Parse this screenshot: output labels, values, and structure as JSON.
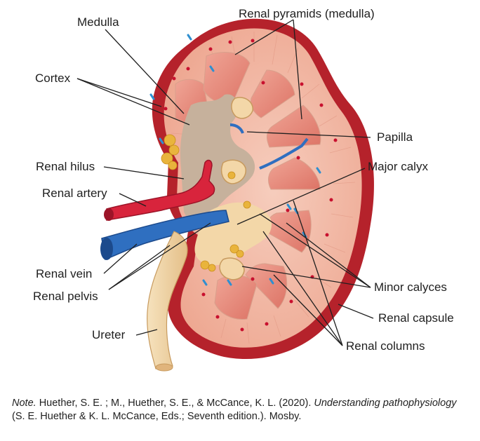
{
  "labels": {
    "medulla": "Medulla",
    "renal_pyramids": "Renal pyramids (medulla)",
    "cortex": "Cortex",
    "papilla": "Papilla",
    "renal_hilus": "Renal hilus",
    "major_calyx": "Major calyx",
    "renal_artery": "Renal artery",
    "renal_vein": "Renal vein",
    "renal_pelvis": "Renal pelvis",
    "minor_calyces": "Minor calyces",
    "renal_capsule": "Renal capsule",
    "ureter": "Ureter",
    "renal_columns": "Renal columns"
  },
  "citation": {
    "note_label": "Note.",
    "authors": "Huether, S. E. ; M., Huether, S. E., & McCance, K. L. (2020).",
    "title": "Understanding pathophysiology",
    "rest": "(S. E. Huether & K. L. McCance, Eds.; Seventh edition.). Mosby."
  },
  "colors": {
    "capsule": "#b5222b",
    "cortex": "#f1b7a3",
    "pyramid": "#e98a7e",
    "pelvis": "#c6b19c",
    "calyx": "#f3d7a8",
    "fat": "#e9b43c",
    "artery": "#d8243c",
    "vein": "#2f6fc0",
    "ureter": "#f1d6a8"
  }
}
